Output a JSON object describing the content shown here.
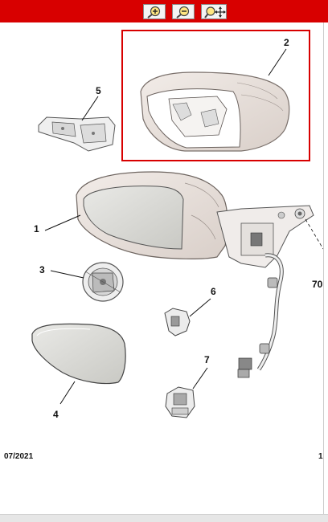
{
  "toolbar": {
    "buttons": [
      {
        "name": "zoom-in-button",
        "icon": "zoom-in-icon"
      },
      {
        "name": "zoom-out-button",
        "icon": "zoom-out-icon"
      },
      {
        "name": "zoom-pan-button",
        "icon": "zoom-move-icon"
      }
    ],
    "color": "#d80000"
  },
  "diagram": {
    "highlight_color": "#d80000",
    "callouts": {
      "c1": "1",
      "c2": "2",
      "c3": "3",
      "c4": "4",
      "c5": "5",
      "c6": "6",
      "c7": "7",
      "c70": "70"
    }
  },
  "footer": {
    "date": "07/2021",
    "page": "1"
  }
}
